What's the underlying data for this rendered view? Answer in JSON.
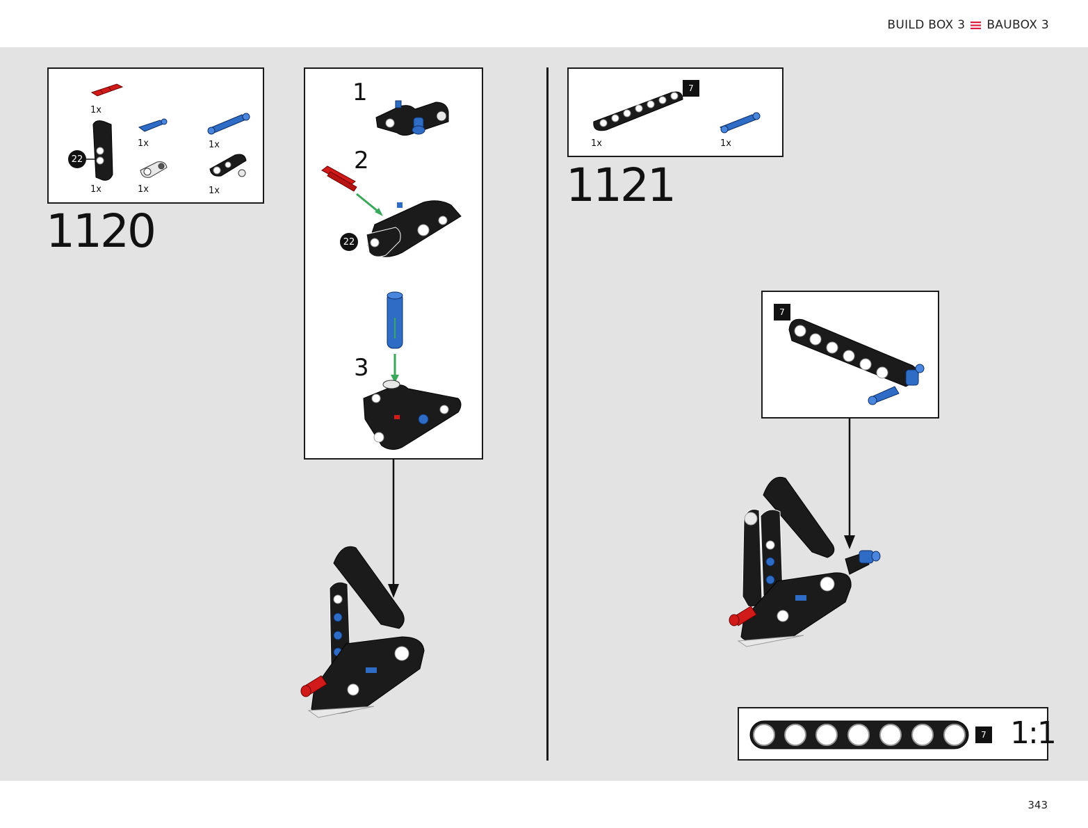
{
  "header": {
    "left_label": "BUILD BOX 3",
    "right_label": "BAUBOX 3",
    "accent": "#d81e3c"
  },
  "footer": {
    "page_number": "343"
  },
  "colors": {
    "stage": "#e3e3e3",
    "black_part": "#1b1b1b",
    "blue_part": "#2f6cc6",
    "red_part": "#d11a1a",
    "arrow_green": "#3aa85a"
  },
  "step_1120": {
    "number": "1120",
    "parts": [
      {
        "icon": "red-axle-connector-icon",
        "qty": "1x"
      },
      {
        "icon": "blue-pin-icon",
        "qty": "1x"
      },
      {
        "icon": "long-blue-pin-icon",
        "qty": "1x"
      },
      {
        "icon": "black-angled-beam-icon",
        "qty": "1x",
        "callout": "22"
      },
      {
        "icon": "white-connector-icon",
        "qty": "1x"
      },
      {
        "icon": "black-cross-block-icon",
        "qty": "1x"
      }
    ],
    "substeps": [
      {
        "number": "1"
      },
      {
        "number": "2",
        "callout": "22"
      },
      {
        "number": "3"
      }
    ]
  },
  "step_1121": {
    "number": "1121",
    "parts": [
      {
        "icon": "black-beam-7-icon",
        "qty": "1x",
        "length": "7"
      },
      {
        "icon": "blue-pin-icon",
        "qty": "1x"
      }
    ],
    "callout_length": "7"
  },
  "scale_ruler": {
    "length": "7",
    "holes": 7,
    "label": "1:1"
  }
}
